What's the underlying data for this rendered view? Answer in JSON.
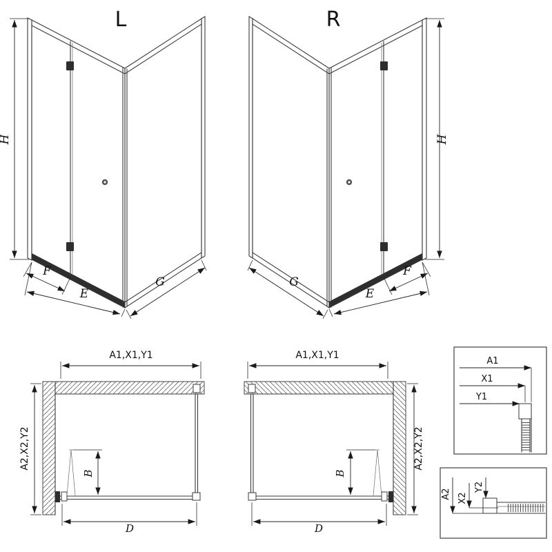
{
  "drawing": {
    "background": "#ffffff",
    "line_color": "#3a3a3a",
    "hatch_color": "#666666",
    "dark_rail_color": "#2e2e2e"
  },
  "views": {
    "persp_left": {
      "title": "L",
      "dim_h": "H",
      "dim_f": "F",
      "dim_e": "E",
      "dim_g": "G"
    },
    "persp_right": {
      "title": "R",
      "dim_h": "H",
      "dim_f": "F",
      "dim_e": "E",
      "dim_g": "G"
    },
    "plan_left": {
      "dim_top": "A1,X1,Y1",
      "dim_side": "A2,X2,Y2",
      "dim_b": "B",
      "dim_d": "D"
    },
    "plan_right": {
      "dim_top": "A1,X1,Y1",
      "dim_side": "A2,X2,Y2",
      "dim_b": "B",
      "dim_d": "D"
    },
    "detail_horizontal": {
      "dim_a": "A1",
      "dim_x": "X1",
      "dim_y": "Y1"
    },
    "detail_vertical": {
      "dim_a": "A2",
      "dim_x": "X2",
      "dim_y": "Y2"
    }
  }
}
